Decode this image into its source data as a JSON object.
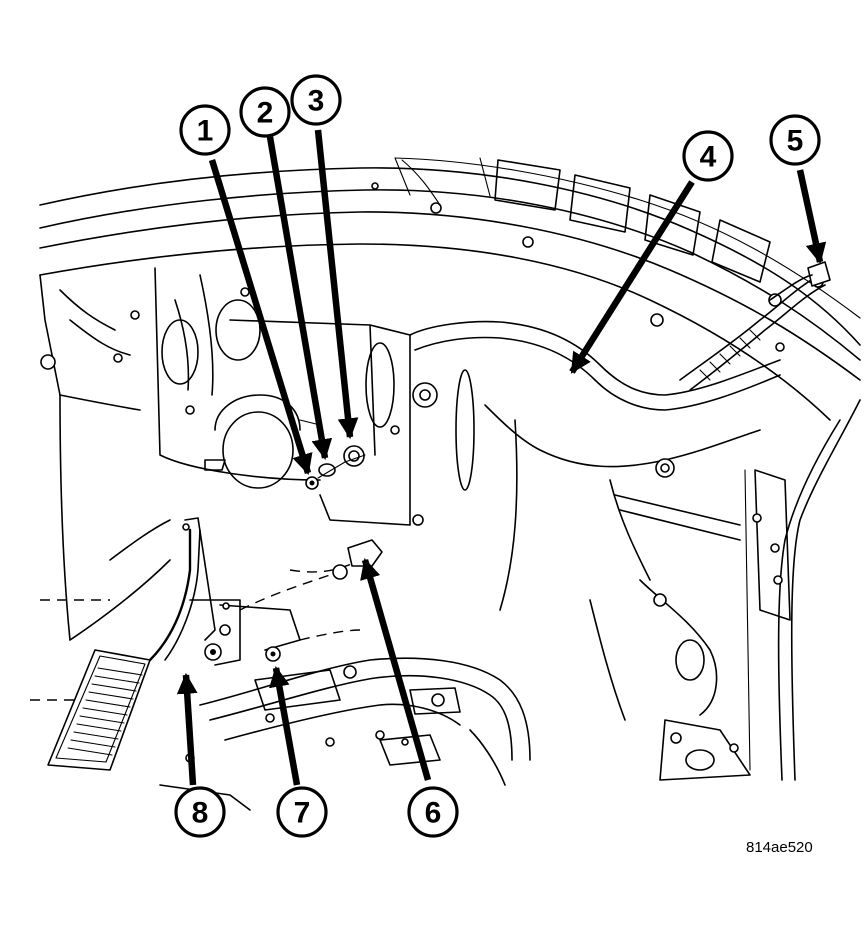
{
  "callouts": [
    {
      "id": "1",
      "label": "1"
    },
    {
      "id": "2",
      "label": "2"
    },
    {
      "id": "3",
      "label": "3"
    },
    {
      "id": "4",
      "label": "4"
    },
    {
      "id": "5",
      "label": "5"
    },
    {
      "id": "6",
      "label": "6"
    },
    {
      "id": "7",
      "label": "7"
    },
    {
      "id": "8",
      "label": "8"
    }
  ],
  "figure_ref": "814ae520"
}
